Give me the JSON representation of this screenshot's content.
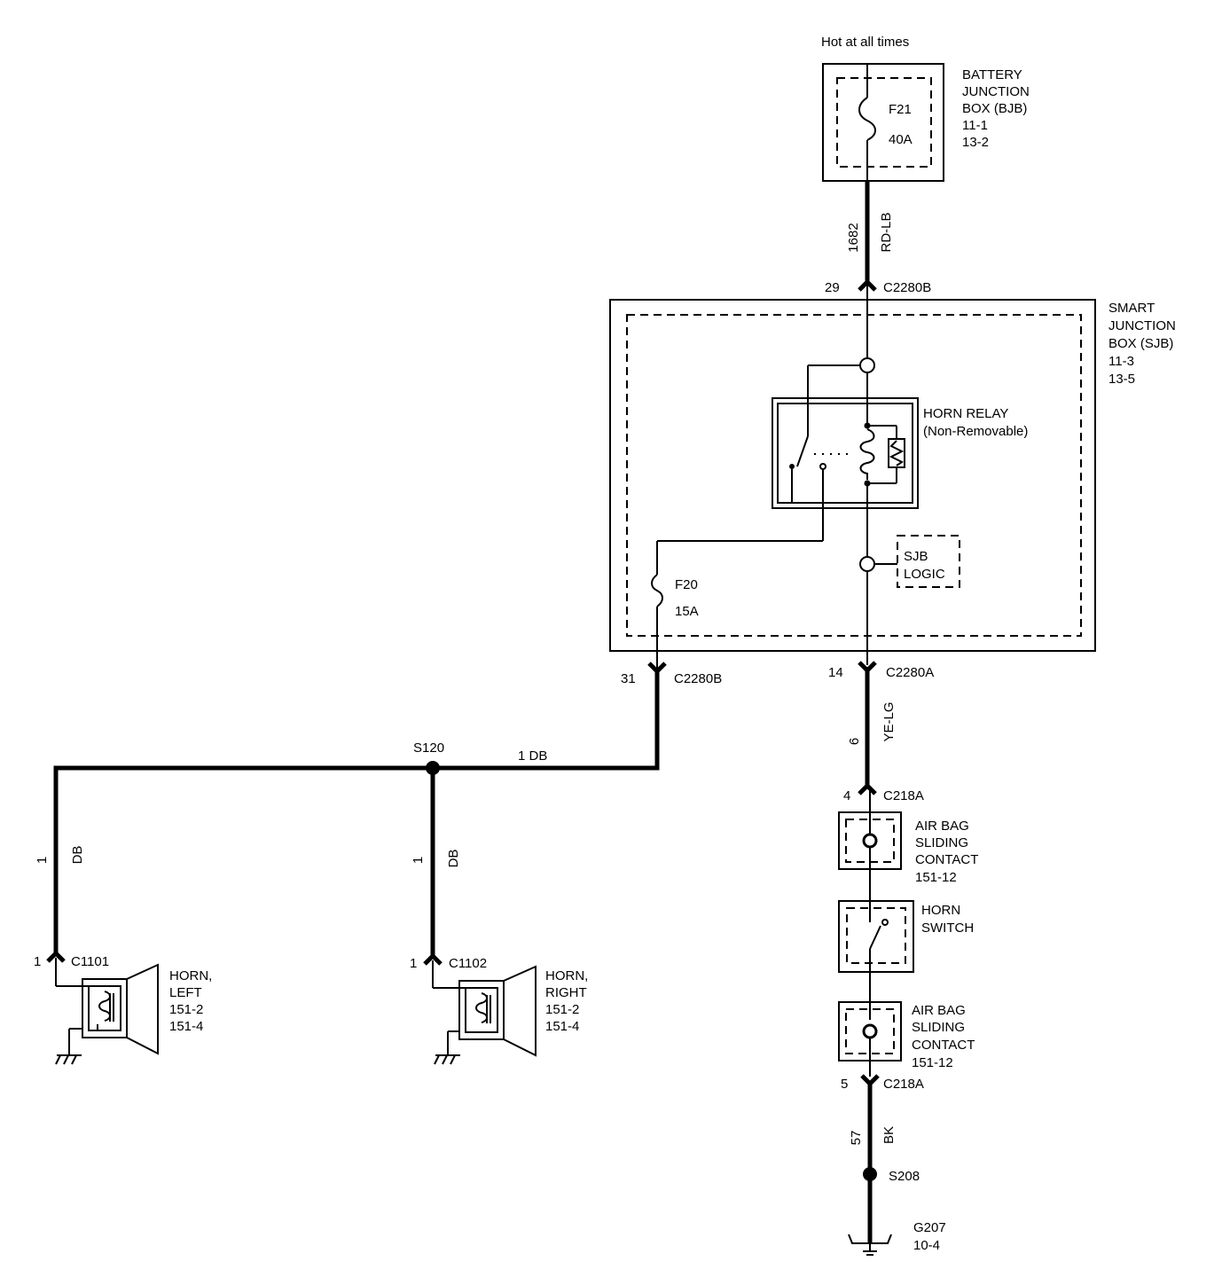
{
  "top_note": "Hot at all times",
  "bjb": {
    "lines": [
      "BATTERY",
      "JUNCTION",
      "BOX (BJB)",
      "11-1",
      "13-2"
    ],
    "fuse_name": "F21",
    "fuse_rating": "40A"
  },
  "sjb": {
    "lines": [
      "SMART",
      "JUNCTION",
      "BOX (SJB)",
      "11-3",
      "13-5"
    ],
    "relay_name": "HORN RELAY",
    "relay_note": "(Non-Removable)",
    "fuse_name": "F20",
    "fuse_rating": "15A",
    "logic_lines": [
      "SJB",
      "LOGIC"
    ]
  },
  "wires": {
    "w1682_num": "1682",
    "w1682_color": "RD-LB",
    "w6_num": "6",
    "w6_color": "YE-LG",
    "w1_main": "1 DB",
    "w_left_num": "1",
    "w_left_color": "DB",
    "w_right_num": "1",
    "w_right_color": "DB",
    "w57_num": "57",
    "w57_color": "BK"
  },
  "connectors": {
    "c2280b_top_pin": "29",
    "c2280b_top": "C2280B",
    "c2280b_bot_pin": "31",
    "c2280b_bot": "C2280B",
    "c2280a_pin": "14",
    "c2280a": "C2280A",
    "c218a_top_pin": "4",
    "c218a_top": "C218A",
    "c218a_bot_pin": "5",
    "c218a_bot": "C218A",
    "c1101_pin": "1",
    "c1101": "C1101",
    "c1102_pin": "1",
    "c1102": "C1102"
  },
  "splices": {
    "s120": "S120",
    "s208": "S208"
  },
  "components": {
    "airbag_top": [
      "AIR BAG",
      "SLIDING",
      "CONTACT",
      "151-12"
    ],
    "horn_switch": [
      "HORN",
      "SWITCH"
    ],
    "airbag_bot": [
      "AIR BAG",
      "SLIDING",
      "CONTACT",
      "151-12"
    ],
    "horn_left": [
      "HORN,",
      "LEFT",
      "151-2",
      "151-4"
    ],
    "horn_right": [
      "HORN,",
      "RIGHT",
      "151-2",
      "151-4"
    ],
    "ground": [
      "G207",
      "10-4"
    ]
  }
}
